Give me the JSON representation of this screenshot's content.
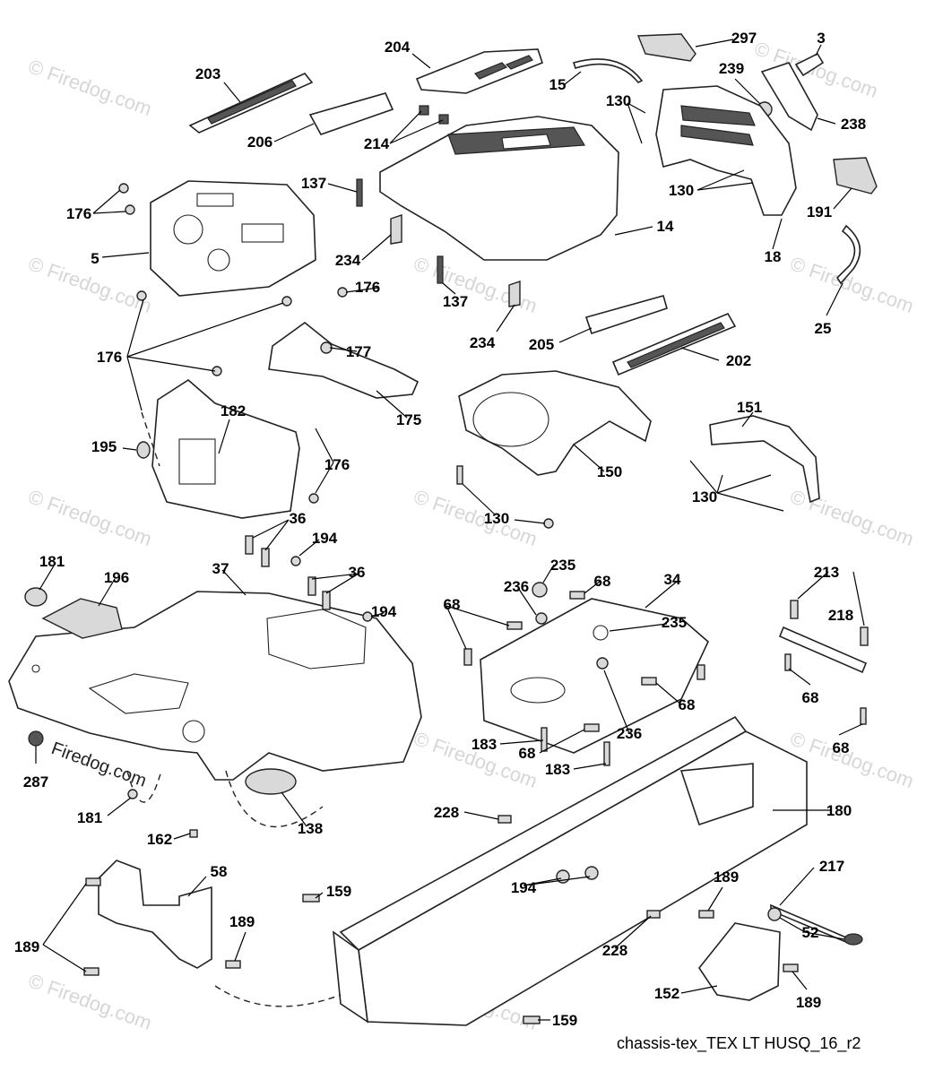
{
  "diagram": {
    "caption": "chassis-tex_TEX LT HUSQ_16_r2",
    "watermark": "© Firedog.com",
    "inline_watermark": "Firedog.com",
    "labels": [
      "203",
      "204",
      "297",
      "3",
      "15",
      "239",
      "130",
      "238",
      "206",
      "214",
      "137",
      "176",
      "5",
      "234",
      "14",
      "191",
      "18",
      "25",
      "205",
      "202",
      "177",
      "175",
      "182",
      "195",
      "151",
      "150",
      "130",
      "36",
      "194",
      "181",
      "196",
      "37",
      "235",
      "236",
      "68",
      "34",
      "213",
      "218",
      "183",
      "287",
      "138",
      "162",
      "228",
      "180",
      "58",
      "159",
      "189",
      "217",
      "52",
      "152"
    ]
  }
}
